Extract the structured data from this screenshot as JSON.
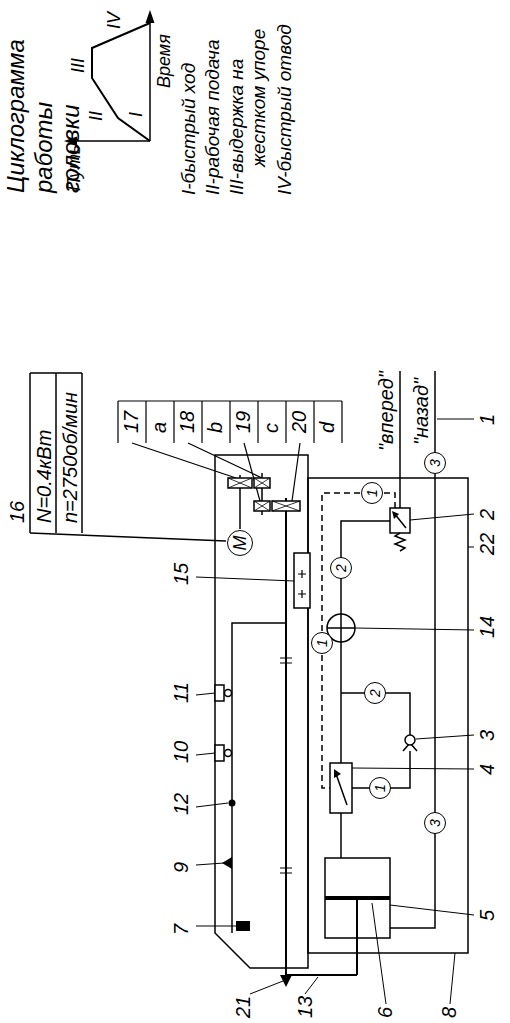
{
  "diagram": {
    "nodes": [
      {
        "text": [
          "M"
        ]
      },
      {
        "text": [
          "2"
        ]
      },
      {
        "text": [
          "1"
        ]
      },
      {
        "text": [
          "3"
        ]
      },
      {
        "text": [
          "1"
        ]
      },
      {
        "text": [
          "2"
        ]
      },
      {
        "text": [
          "1"
        ]
      },
      {
        "text": [
          "3"
        ]
      }
    ],
    "labels": [
      "Циклограмма работы головки",
      "Путь",
      "Время",
      "I",
      "II",
      "III",
      "IV",
      "I-быстрый ход",
      "II-рабочая подача",
      "III-выдержка на жестком упоре",
      "IV-быстрый отвод",
      "16",
      "N=0.4кВт",
      "n=2750об/мин",
      "17",
      "a",
      "18",
      "b",
      "19",
      "c",
      "20",
      "d",
      "\"вперед\"",
      "\"назад\"",
      "7",
      "9",
      "12",
      "10",
      "11",
      "15",
      "21",
      "13",
      "6",
      "8",
      "5",
      "4",
      "3",
      "14",
      "22",
      "2",
      "1"
    ]
  }
}
